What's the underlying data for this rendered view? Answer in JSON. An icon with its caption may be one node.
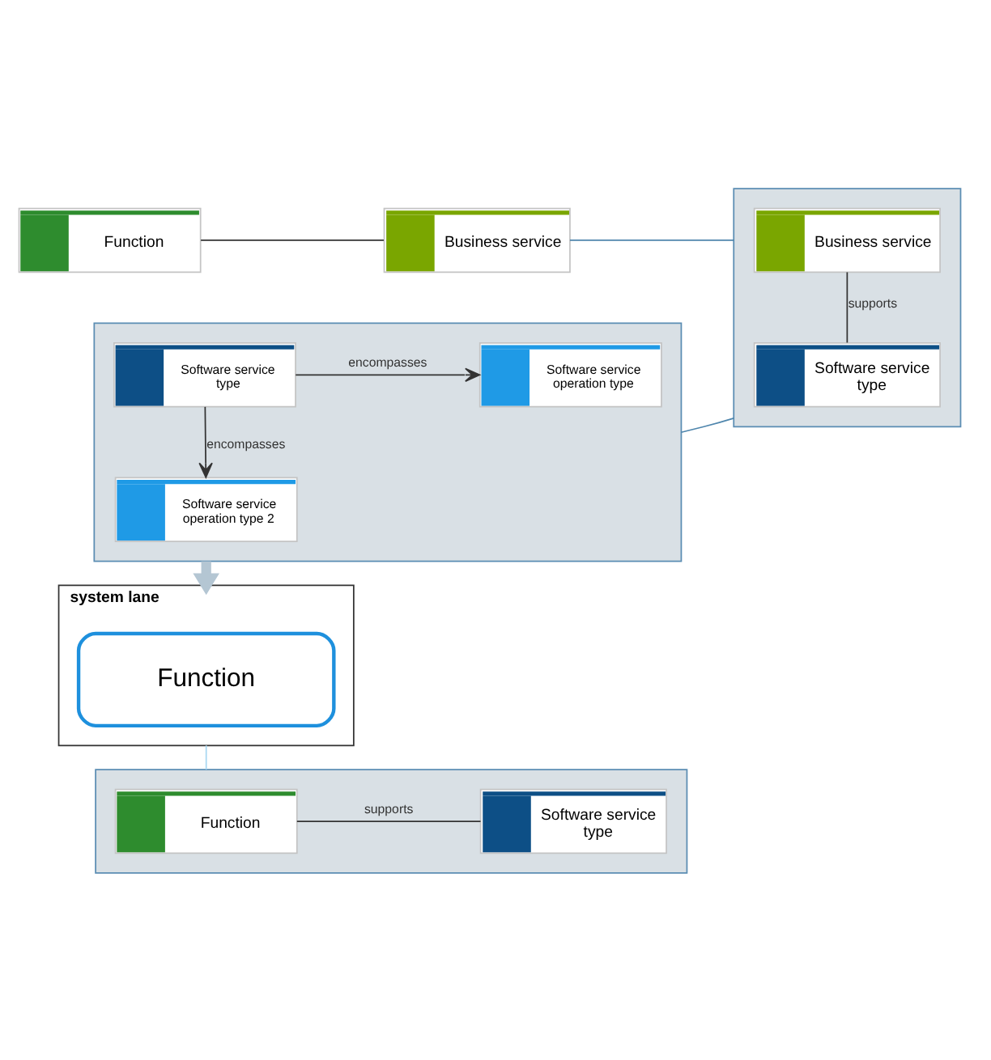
{
  "diagram": {
    "nodes": [
      {
        "text": [
          "Function"
        ]
      },
      {
        "text": [
          "Business service"
        ]
      },
      {
        "text": [],
        "shape": "box"
      },
      {
        "text": [
          "Business service"
        ],
        "in": 2
      },
      {
        "text": [
          "Software service type"
        ],
        "in": 2
      },
      {
        "text": [],
        "shape": "box"
      },
      {
        "text": [
          "Software service type"
        ],
        "in": 5
      },
      {
        "text": [
          "Software service operation type"
        ],
        "in": 5
      },
      {
        "text": [
          "Software service operation type 2"
        ],
        "in": 5
      },
      {
        "text": [
          "system lane"
        ]
      },
      {
        "text": [
          "Function"
        ],
        "in": 9
      },
      {
        "text": [],
        "shape": "box"
      },
      {
        "text": [
          "Function"
        ],
        "in": 11
      },
      {
        "text": [
          "Software service type"
        ],
        "in": 11
      }
    ],
    "edges": [
      {
        "from": 0,
        "to": 1,
        "arrow": "none"
      },
      {
        "from": 1,
        "to": 2,
        "arrow": "none",
        "color": "#4f86ad"
      },
      {
        "from": 3,
        "to": 4,
        "arrow": "none",
        "label": "supports"
      },
      {
        "from": 6,
        "to": 7,
        "arrow": "to",
        "label": "encompasses"
      },
      {
        "from": 6,
        "to": 8,
        "arrow": "to",
        "label": "encompasses"
      },
      {
        "from": 5,
        "to": 2,
        "arrow": "none",
        "color": "#4f86ad"
      },
      {
        "from": 5,
        "to": 9,
        "arrow": "to",
        "style": "thick",
        "color": "#b4c6d3"
      },
      {
        "from": 9,
        "to": 11,
        "arrow": "none",
        "color": "#a8d8f2"
      },
      {
        "from": 12,
        "to": 13,
        "arrow": "none",
        "label": "supports"
      }
    ]
  }
}
